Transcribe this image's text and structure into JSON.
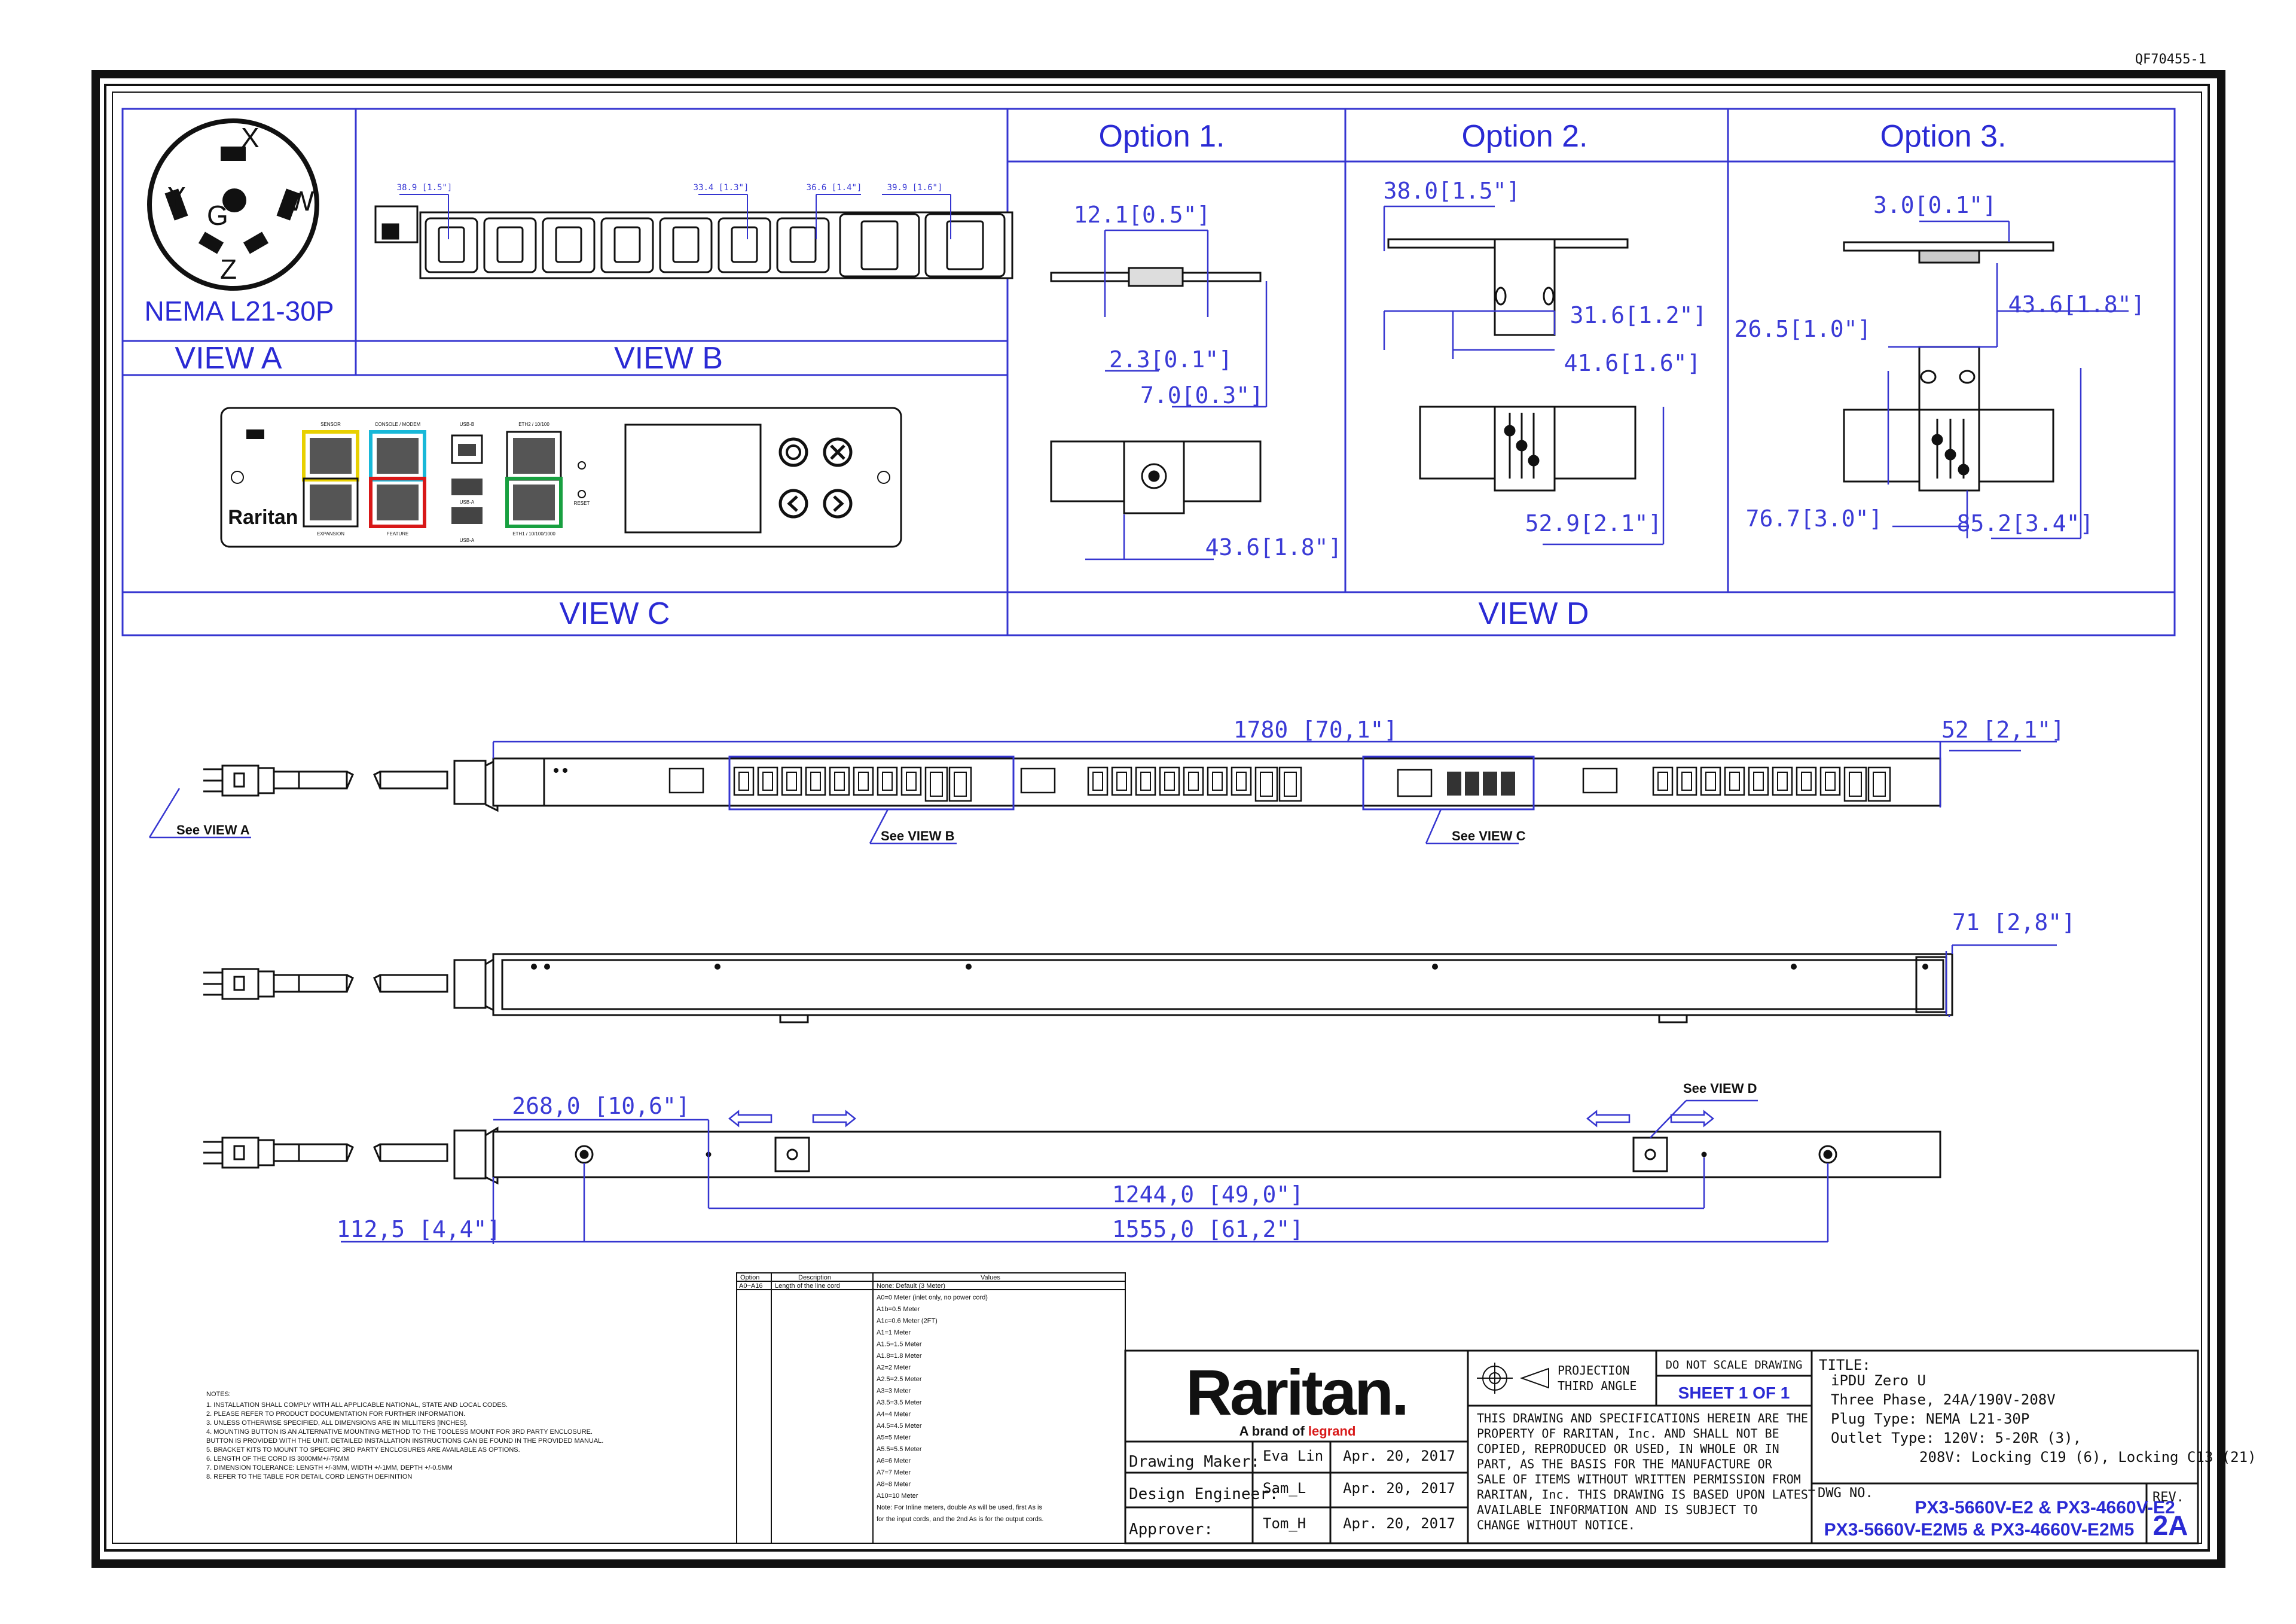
{
  "doc_code": "QF70455-1",
  "view_labels": {
    "view_a": "VIEW A",
    "view_b": "VIEW B",
    "view_c": "VIEW C",
    "view_d": "VIEW D"
  },
  "plug": {
    "name": "NEMA L21-30P",
    "pins": [
      "X",
      "Y",
      "G",
      "W",
      "Z"
    ]
  },
  "view_b_dims": [
    "38.9 [1.5\"]",
    "33.4 [1.3\"]",
    "36.6 [1.4\"]",
    "39.9 [1.6\"]"
  ],
  "view_c_ports": [
    "SENSOR",
    "CONSOLE / MODEM",
    "USB-B",
    "ETH2 / 10/100",
    "EXPANSION",
    "FEATURE",
    "USB-A",
    "USB-A",
    "ETH1 / 10/100/1000",
    "RESET"
  ],
  "brand_small": "Raritan",
  "options": [
    {
      "title": "Option 1.",
      "dims": [
        "12.1[0.5\"]",
        "2.3[0.1\"]",
        "7.0[0.3\"]",
        "43.6[1.8\"]"
      ]
    },
    {
      "title": "Option  2.",
      "dims": [
        "38.0[1.5\"]",
        "31.6[1.2\"]",
        "41.6[1.6\"]",
        "52.9[2.1\"]"
      ]
    },
    {
      "title": "Option 3.",
      "dims": [
        "3.0[0.1\"]",
        "43.6[1.8\"]",
        "26.5[1.0\"]",
        "76.7[3.0\"]",
        "85.2[3.4\"]"
      ]
    }
  ],
  "main_dims": {
    "length": "1780  [70,1\"]",
    "depth": "52  [2,1\"]",
    "width": "71  [2,8\"]",
    "offset_start": "268,0  [10,6\"]",
    "mount_spacing": "1244,0  [49,0\"]",
    "total_mount": "1555,0  [61,2\"]",
    "end_offset": "112,5  [4,4\"]"
  },
  "callouts": {
    "see_a": "See VIEW A",
    "see_b": "See VIEW B",
    "see_c": "See VIEW C",
    "see_d": "See VIEW D"
  },
  "notes": {
    "heading": "NOTES:",
    "items": [
      "1. INSTALLATION SHALL COMPLY WITH ALL APPLICABLE NATIONAL, STATE AND LOCAL CODES.",
      "2. PLEASE REFER TO PRODUCT DOCUMENTATION FOR FURTHER INFORMATION.",
      "3. UNLESS OTHERWISE SPECIFIED, ALL DIMENSIONS ARE IN MILLITERS [INCHES].",
      "4. MOUNTING BUTTON IS AN ALTERNATIVE MOUNTING METHOD TO THE TOOLESS MOUNT FOR 3RD PARTY ENCLOSURE.",
      "   BUTTON IS PROVIDED WITH THE UNIT. DETAILED INSTALLATION INSTRUCTIONS CAN BE FOUND IN THE PROVIDED MANUAL.",
      "5. BRACKET KITS TO MOUNT TO SPECIFIC 3RD PARTY ENCLOSURES ARE AVAILABLE AS OPTIONS.",
      "6. LENGTH OF THE CORD IS 3000MM+/-75MM",
      "7. DIMENSION TOLERANCE: LENGTH +/-3MM, WIDTH +/-1MM, DEPTH +/-0.5MM",
      "8. REFER TO THE TABLE FOR DETAIL CORD LENGTH DEFINITION"
    ]
  },
  "cord_table": {
    "headers": [
      "Option",
      "Description",
      "Values"
    ],
    "option": "A0~A16",
    "description": "Length of the line cord",
    "values": [
      "None: Default (3 Meter)",
      "A0=0 Meter (inlet only, no power cord)",
      "A1b=0.5 Meter",
      "A1c=0.6 Meter (2FT)",
      "A1=1 Meter",
      "A1.5=1.5 Meter",
      "A1.8=1.8 Meter",
      "A2=2 Meter",
      "A2.5=2.5 Meter",
      "A3=3 Meter",
      "A3.5=3.5 Meter",
      "A4=4 Meter",
      "A4.5=4.5 Meter",
      "A5=5 Meter",
      "A5.5=5.5 Meter",
      "A6=6 Meter",
      "A7=7 Meter",
      "A8=8 Meter",
      "A10=10 Meter",
      "Note: For Inline meters, double As will be used, first As is",
      "for the input cords, and the 2nd As is for the output cords."
    ]
  },
  "title_block": {
    "brand": "Raritan.",
    "tagline": "A brand of",
    "tagline_brand": "legrand",
    "roles": [
      {
        "role": "Drawing Maker:",
        "name": "Eva Lin",
        "date": "Apr. 20, 2017"
      },
      {
        "role": "Design Engineer:",
        "name": "Sam_L",
        "date": "Apr. 20, 2017"
      },
      {
        "role": "Approver:",
        "name": "Tom_H",
        "date": "Apr. 20, 2017"
      }
    ],
    "projection": "PROJECTION",
    "projection_angle": "THIRD ANGLE",
    "do_not_scale": "DO NOT SCALE DRAWING",
    "sheet": "SHEET 1 OF 1",
    "disclaimer": [
      "THIS DRAWING AND SPECIFICATIONS HEREIN ARE THE",
      "PROPERTY OF RARITAN, Inc. AND SHALL NOT BE",
      "COPIED, REPRODUCED OR USED, IN WHOLE OR IN",
      "PART, AS THE BASIS FOR THE MANUFACTURE OR",
      "SALE OF ITEMS WITHOUT WRITTEN PERMISSION FROM",
      "RARITAN, Inc. THIS DRAWING IS BASED UPON LATEST",
      "AVAILABLE INFORMATION AND IS SUBJECT TO",
      "CHANGE WITHOUT NOTICE."
    ],
    "title_label": "TITLE:",
    "title_lines": [
      "iPDU Zero U",
      "Three Phase, 24A/190V-208V",
      "Plug Type: NEMA L21-30P",
      "Outlet Type: 120V: 5-20R (3),",
      "208V: Locking C19 (6), Locking C13 (21)"
    ],
    "dwg_label": "DWG NO.",
    "dwg_lines": [
      "PX3-5660V-E2 & PX3-4660V-E2",
      "PX3-5660V-E2M5 & PX3-4660V-E2M5"
    ],
    "rev_label": "REV.",
    "rev": "2A"
  }
}
